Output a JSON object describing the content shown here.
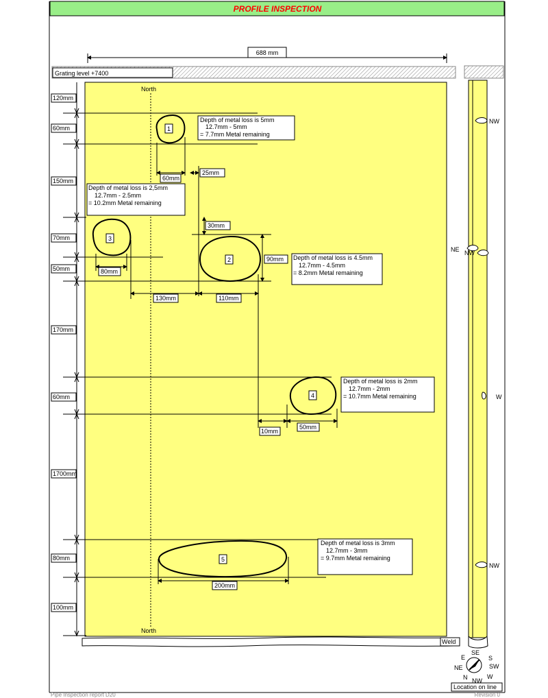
{
  "header": {
    "title": "PROFILE INSPECTION"
  },
  "drawing": {
    "width_label": "688 mm",
    "grating_label": "Grating level +7400",
    "north_label_top": "North",
    "north_label_bottom": "North",
    "weld_label": "Weld",
    "vertical_dims": [
      "120mm",
      "60mm",
      "150mm",
      "70mm",
      "50mm",
      "170mm",
      "60mm",
      "1700mm",
      "80mm",
      "100mm"
    ],
    "defects": [
      {
        "id": "1",
        "depth_mm": 5,
        "remaining_mm": 7.7,
        "lines": [
          "Depth of metal loss is 5mm",
          "12.7mm - 5mm",
          "= 7.7mm Metal remaining"
        ]
      },
      {
        "id": "2",
        "depth_mm": 4.5,
        "remaining_mm": 8.2,
        "lines": [
          "Depth of metal loss is 4.5mm",
          "12.7mm - 4.5mm",
          "= 8.2mm Metal remaining"
        ]
      },
      {
        "id": "3",
        "depth_mm": 2.5,
        "remaining_mm": 10.2,
        "lines": [
          "Depth of metal loss is 2,5mm",
          "12.7mm - 2.5mm",
          "= 10.2mm Metal remaining"
        ]
      },
      {
        "id": "4",
        "depth_mm": 2,
        "remaining_mm": 10.7,
        "lines": [
          "Depth of metal loss is 2mm",
          "12.7mm - 2mm",
          "= 10.7mm Metal remaining"
        ]
      },
      {
        "id": "5",
        "depth_mm": 3,
        "remaining_mm": 9.7,
        "lines": [
          "Depth of metal loss is 3mm",
          "12.7mm - 3mm",
          "= 9.7mm Metal remaining"
        ]
      }
    ],
    "horizontal_dims": {
      "d1_width": "60mm",
      "d1_offset": "25mm",
      "d2_offset_v": "30mm",
      "d2_height": "90mm",
      "d3_width": "80mm",
      "gap_3_2": "130mm",
      "d2_width": "110mm",
      "gap_2_4": "10mm",
      "d4_width": "50mm",
      "d5_width": "200mm"
    }
  },
  "side_view": {
    "labels": {
      "nw_top": "NW",
      "ne": "NE",
      "nw_mid": "NW",
      "w": "W",
      "nw_bottom": "NW"
    }
  },
  "compass": {
    "directions": {
      "se": "SE",
      "e": "E",
      "s": "S",
      "ne": "NE",
      "sw": "SW",
      "n": "N",
      "nw": "NW",
      "w": "W"
    }
  },
  "legend": {
    "location_label": "Location on line"
  },
  "footer": {
    "left": "Pipe Inspection report D20",
    "right": "Revision 0"
  },
  "colors": {
    "plate": "#ffff80",
    "header_bg": "#99ee88",
    "title": "#ff0000"
  }
}
